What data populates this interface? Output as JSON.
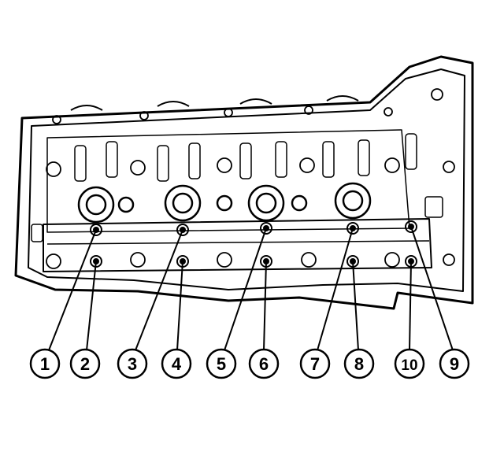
{
  "diagram": {
    "callouts": [
      {
        "label": "1"
      },
      {
        "label": "2"
      },
      {
        "label": "3"
      },
      {
        "label": "4"
      },
      {
        "label": "5"
      },
      {
        "label": "6"
      },
      {
        "label": "7"
      },
      {
        "label": "8"
      },
      {
        "label": "10"
      },
      {
        "label": "9"
      }
    ],
    "colors": {
      "line": "#000000",
      "background": "#ffffff"
    }
  }
}
